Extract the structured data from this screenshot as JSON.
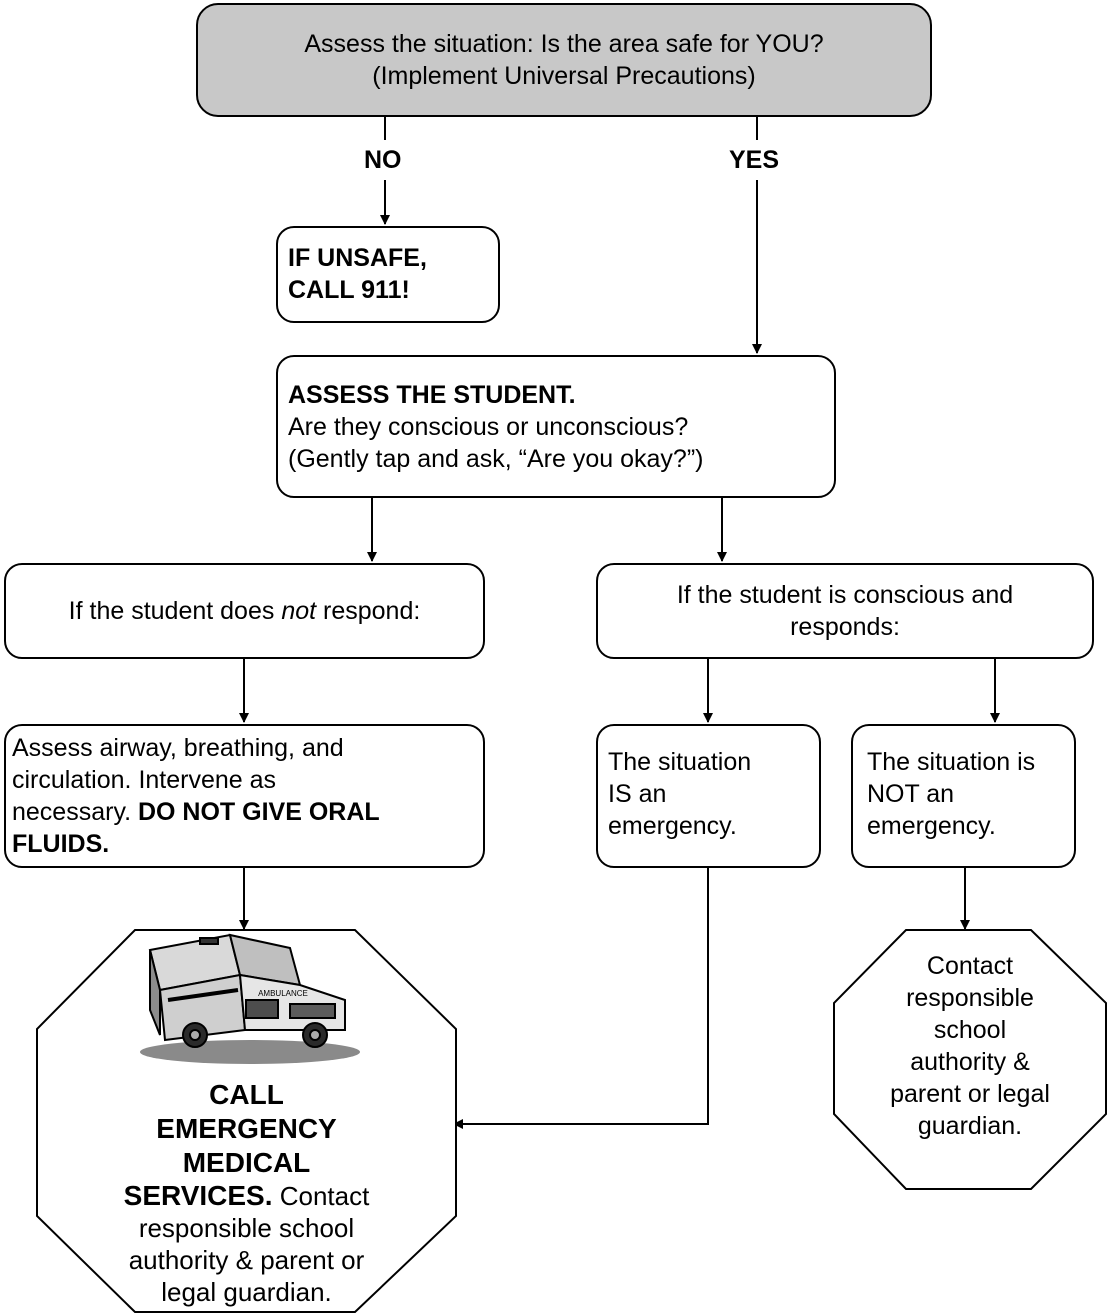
{
  "top": {
    "line1": "Assess the situation: Is the area safe for YOU?",
    "line2": "(Implement Universal Precautions)"
  },
  "labels": {
    "no": "NO",
    "yes": "YES"
  },
  "unsafe": {
    "line1": "IF UNSAFE,",
    "line2": "CALL 911!"
  },
  "assess_student": {
    "title": "ASSESS THE STUDENT.",
    "line2": "Are they conscious or unconscious?",
    "line3": "(Gently tap and ask, “Are you okay?”)"
  },
  "no_response": {
    "before": "If the student does ",
    "emph": "not",
    "after": " respond:"
  },
  "responds": {
    "line1": "If the student is conscious and",
    "line2": "responds:"
  },
  "airway": {
    "line1": "Assess airway, breathing, and",
    "line2": "circulation. Intervene as",
    "line3_plain": "necessary.  ",
    "line3_bold": "DO NOT GIVE ORAL",
    "line4_bold": "FLUIDS."
  },
  "is_emergency": {
    "line1": "The situation",
    "line2": "IS an",
    "line3": "emergency."
  },
  "not_emergency": {
    "line1": "The situation is",
    "line2": "NOT an",
    "line3": "emergency."
  },
  "call_ems": {
    "line1": "CALL",
    "line2": "EMERGENCY",
    "line3": "MEDICAL",
    "line4_bold": "SERVICES.",
    "line4_plain": "  Contact",
    "line5": "responsible school",
    "line6": "authority & parent or",
    "line7": "legal guardian."
  },
  "contact": {
    "line1": "Contact",
    "line2": "responsible",
    "line3": "school",
    "line4": "authority &",
    "line5": "parent or legal",
    "line6": "guardian."
  },
  "ambulance_marking": "AMBULANCE"
}
